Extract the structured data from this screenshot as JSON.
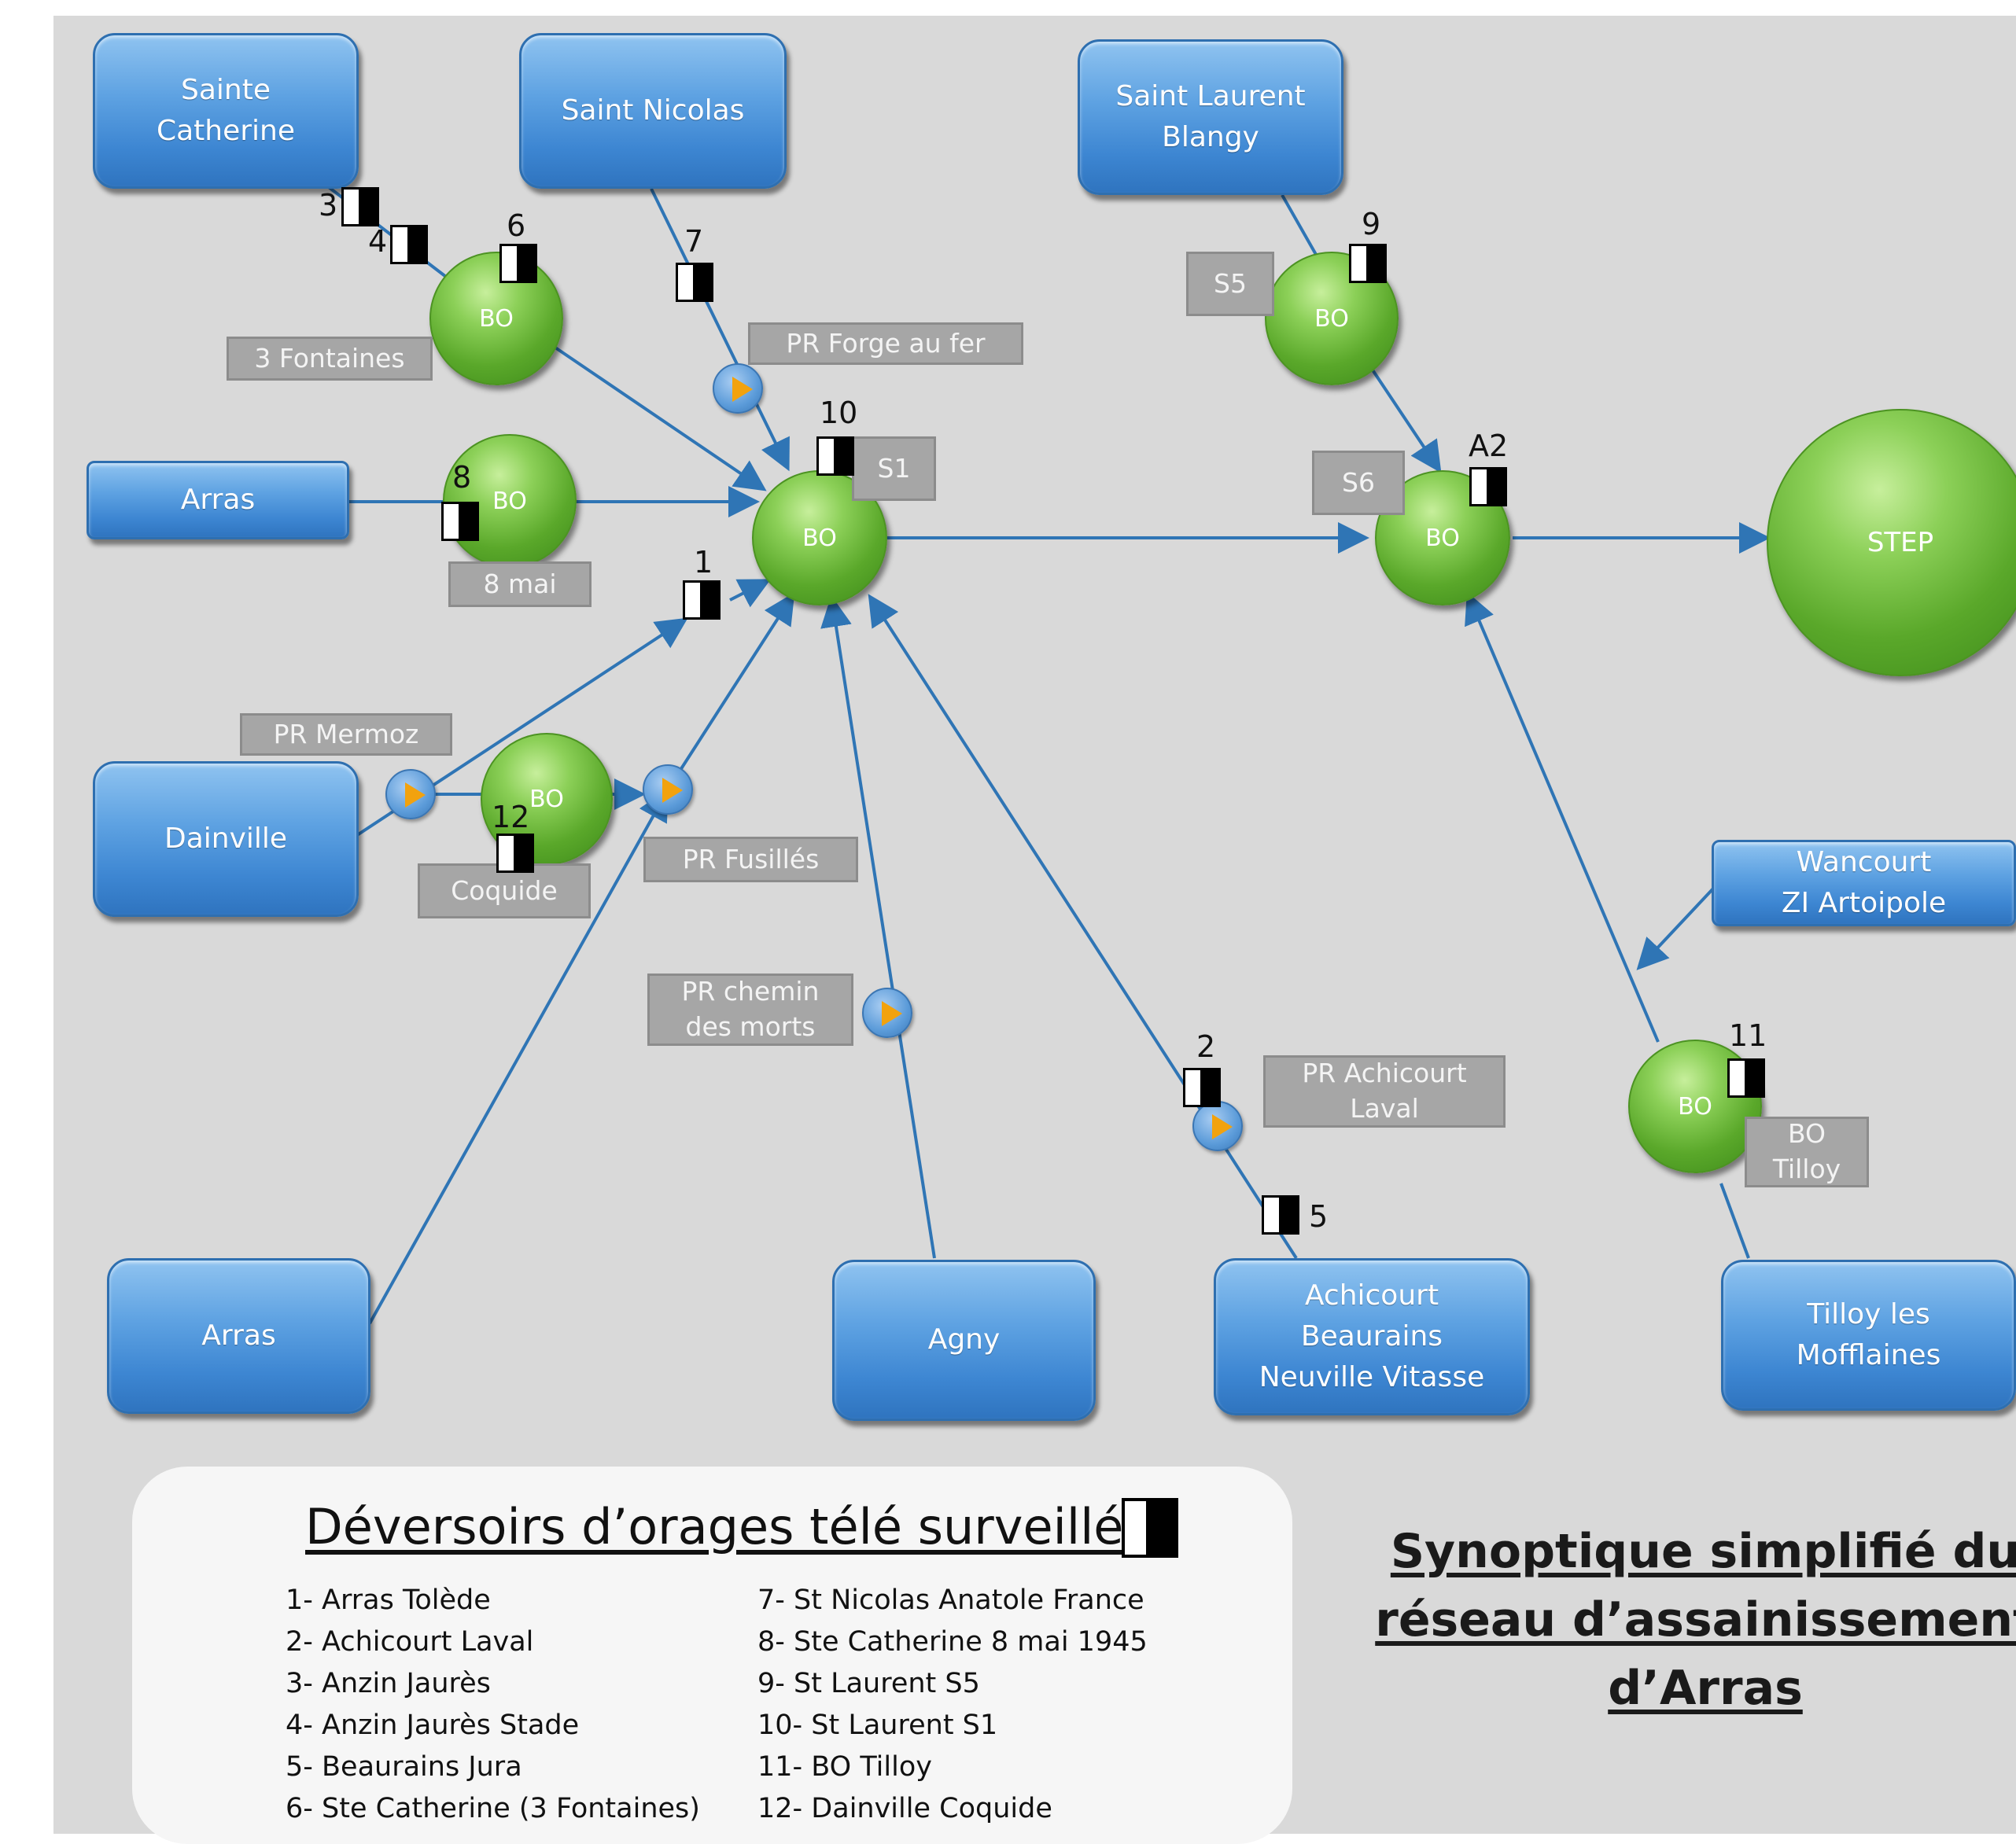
{
  "nodes": {
    "sainte_catherine": "Sainte\nCatherine",
    "saint_nicolas": "Saint Nicolas",
    "saint_laurent_blangy": "Saint Laurent\nBlangy",
    "arras_top": "Arras",
    "dainville": "Dainville",
    "arras_bottom": "Arras",
    "agny": "Agny",
    "achicourt": "Achicourt\nBeaurains\nNeuville Vitasse",
    "wancourt": "Wancourt\nZI Artoipole",
    "tilloy": "Tilloy les\nMofflaines"
  },
  "basins": {
    "bo_label": "BO",
    "step_label": "STEP"
  },
  "labels": {
    "trois_fontaines": "3 Fontaines",
    "huit_mai": "8 mai",
    "pr_forge": "PR Forge au fer",
    "s1": "S1",
    "s5": "S5",
    "s6": "S6",
    "pr_mermoz": "PR Mermoz",
    "coquide": "Coquide",
    "pr_fusilles": "PR  Fusillés",
    "pr_chemin": "PR chemin\ndes  morts",
    "pr_achicourt": "PR Achicourt\nLaval",
    "bo_tilloy": "BO\nTilloy"
  },
  "weirs": {
    "w1": "1",
    "w2": "2",
    "w3": "3",
    "w4": "4",
    "w5": "5",
    "w6": "6",
    "w7": "7",
    "w8": "8",
    "w9": "9",
    "w10": "10",
    "w11": "11",
    "w12": "12",
    "wA2": "A2"
  },
  "legend": {
    "title": "Déversoirs d’orages télé surveillés",
    "left": [
      "1- Arras Tolède",
      "2- Achicourt Laval",
      "3- Anzin Jaurès",
      "4- Anzin Jaurès Stade",
      "5- Beaurains Jura",
      "6- Ste Catherine (3 Fontaines)"
    ],
    "right": [
      "7- St Nicolas Anatole France",
      "8- Ste Catherine 8 mai 1945",
      "9- St Laurent S5",
      "10- St Laurent S1",
      "11- BO Tilloy",
      "12- Dainville Coquide"
    ]
  },
  "title": {
    "line1": "Synoptique simplifié du",
    "line2": "réseau d’assainissement",
    "line3": "d’Arras"
  },
  "colors": {
    "background": "#d9d9d9",
    "flow_line": "#2f75b5",
    "node_blue": "#5ea2e2",
    "basin_green": "#6cba3b",
    "pump_arrow": "#f2a20e"
  }
}
